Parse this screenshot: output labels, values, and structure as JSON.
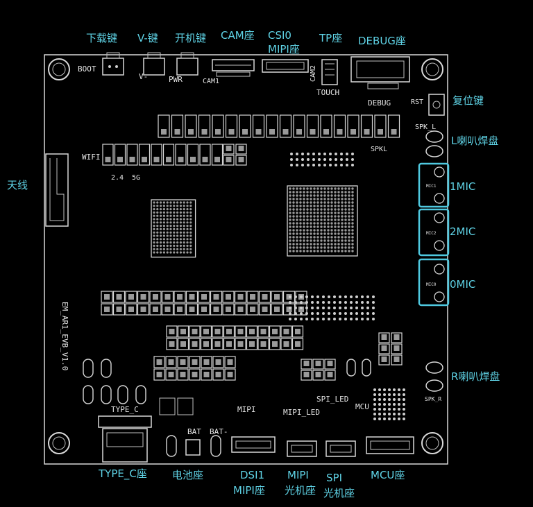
{
  "colors": {
    "board_outline": "#d8d8d8",
    "callout": "#5fd3e6",
    "mic_highlight": "#4fc9e0",
    "background": "#000000"
  },
  "callouts": {
    "download_key": "下载键",
    "v_key": "V-键",
    "power_key": "开机键",
    "cam_socket": "CAM座",
    "csi0_a": "CSI0",
    "csi0_b": "MIPI座",
    "tp_socket": "TP座",
    "debug_socket": "DEBUG座",
    "reset_key": "复位键",
    "l_speaker": "L喇叭焊盘",
    "mic1": "1MIC",
    "mic2": "2MIC",
    "mic0": "0MIC",
    "r_speaker": "R喇叭焊盘",
    "antenna": "天线",
    "type_c": "TYPE_C座",
    "battery": "电池座",
    "dsi1_a": "DSI1",
    "dsi1_b": "MIPI座",
    "mipi_opt_a": "MIPI",
    "mipi_opt_b": "光机座",
    "spi_opt_a": "SPI",
    "spi_opt_b": "光机座",
    "mcu_socket": "MCU座"
  },
  "silkscreen": {
    "boot": "BOOT",
    "v": "V-",
    "pwr": "PWR",
    "cam1": "CAM1",
    "cam2": "CAM2",
    "touch": "TOUCH",
    "debug": "DEBUG",
    "rst": "RST",
    "spk_l": "SPK_L",
    "spkl": "SPKL",
    "wifi": "WIFI",
    "band_24": "2.4",
    "band_5g": "5G",
    "board_name": "EM_AR1_EVB_V1.0",
    "type_c": "TYPE_C",
    "bat": "BAT",
    "bat_minus": "BAT-",
    "mipi": "MIPI",
    "mipi_led": "MIPI_LED",
    "spi_led": "SPI_LED",
    "mcu": "MCU",
    "spk_r": "SPK_R",
    "mic2_ref": "MIC2",
    "mic1_ref": "MIC1",
    "mic0_ref": "MIC0"
  }
}
